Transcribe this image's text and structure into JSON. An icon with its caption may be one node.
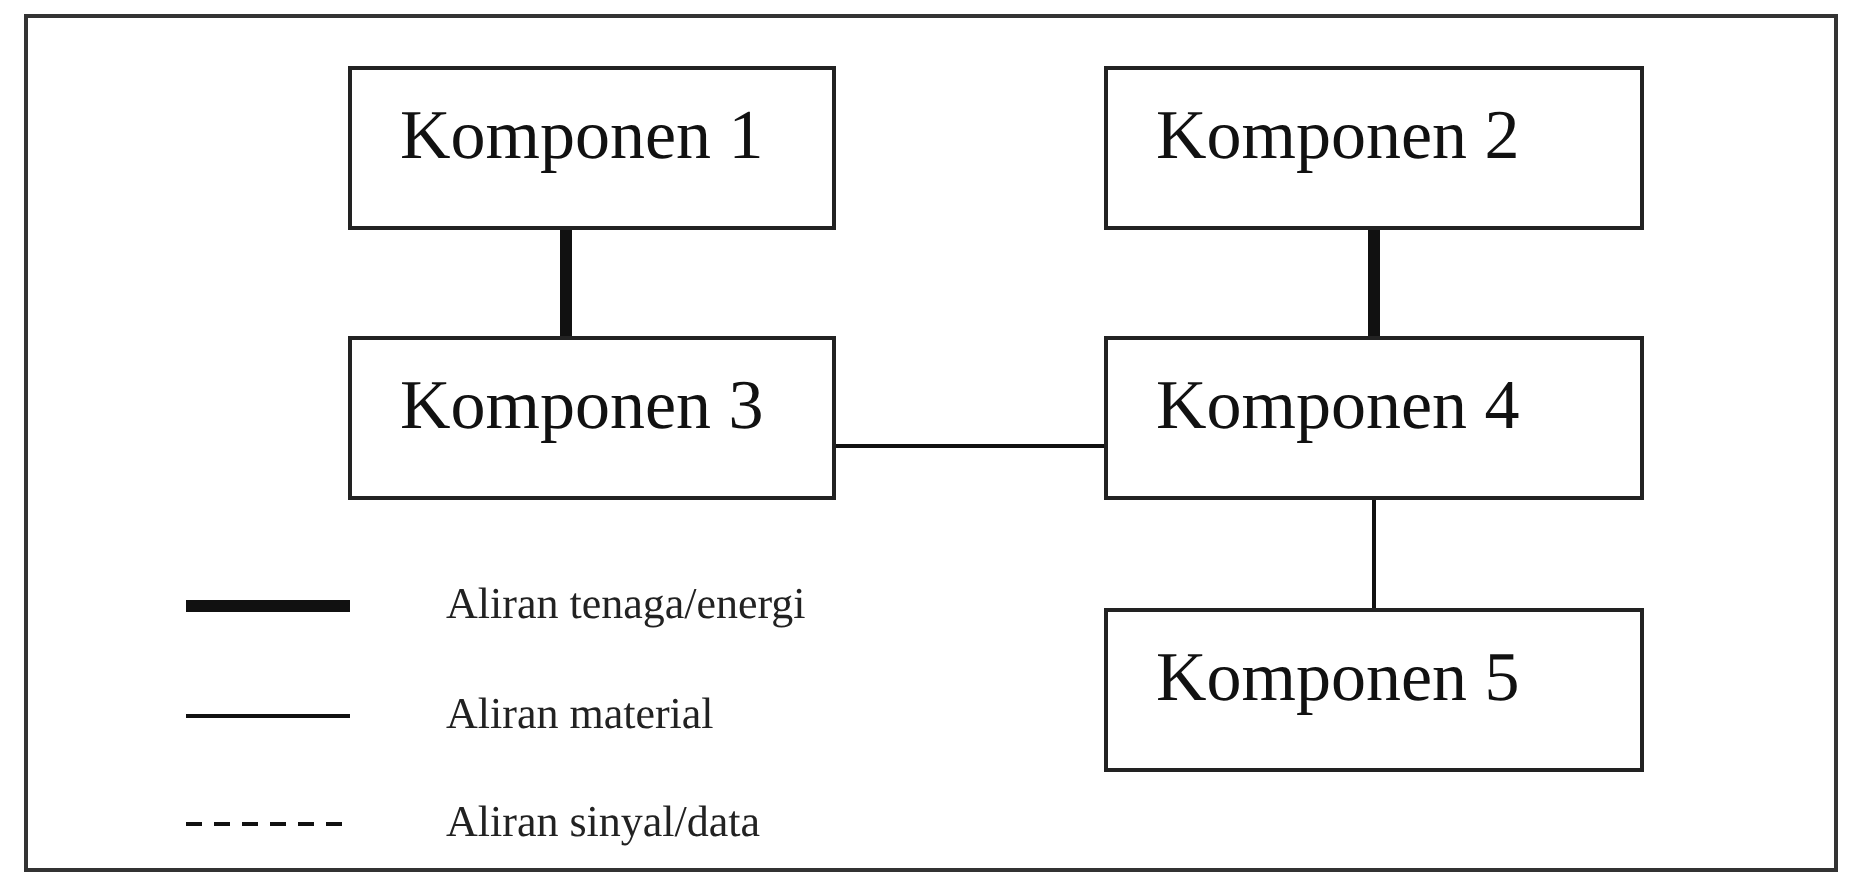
{
  "diagram": {
    "nodes": [
      {
        "text": [
          "Komponen 1"
        ]
      },
      {
        "text": [
          "Komponen 2"
        ]
      },
      {
        "text": [
          "Komponen 3"
        ]
      },
      {
        "text": [
          "Komponen 4"
        ]
      },
      {
        "text": [
          "Komponen 5"
        ]
      }
    ],
    "edges": [
      {
        "from": 0,
        "to": 2,
        "arrow": "none",
        "style": "thick"
      },
      {
        "from": 1,
        "to": 3,
        "arrow": "none",
        "style": "thick"
      },
      {
        "from": 2,
        "to": 3,
        "arrow": "none"
      },
      {
        "from": 3,
        "to": 4,
        "arrow": "none"
      }
    ],
    "legend": [
      {
        "text": "Aliran tenaga/energi"
      },
      {
        "text": "Aliran material"
      },
      {
        "text": "Aliran sinyal/data"
      }
    ]
  }
}
